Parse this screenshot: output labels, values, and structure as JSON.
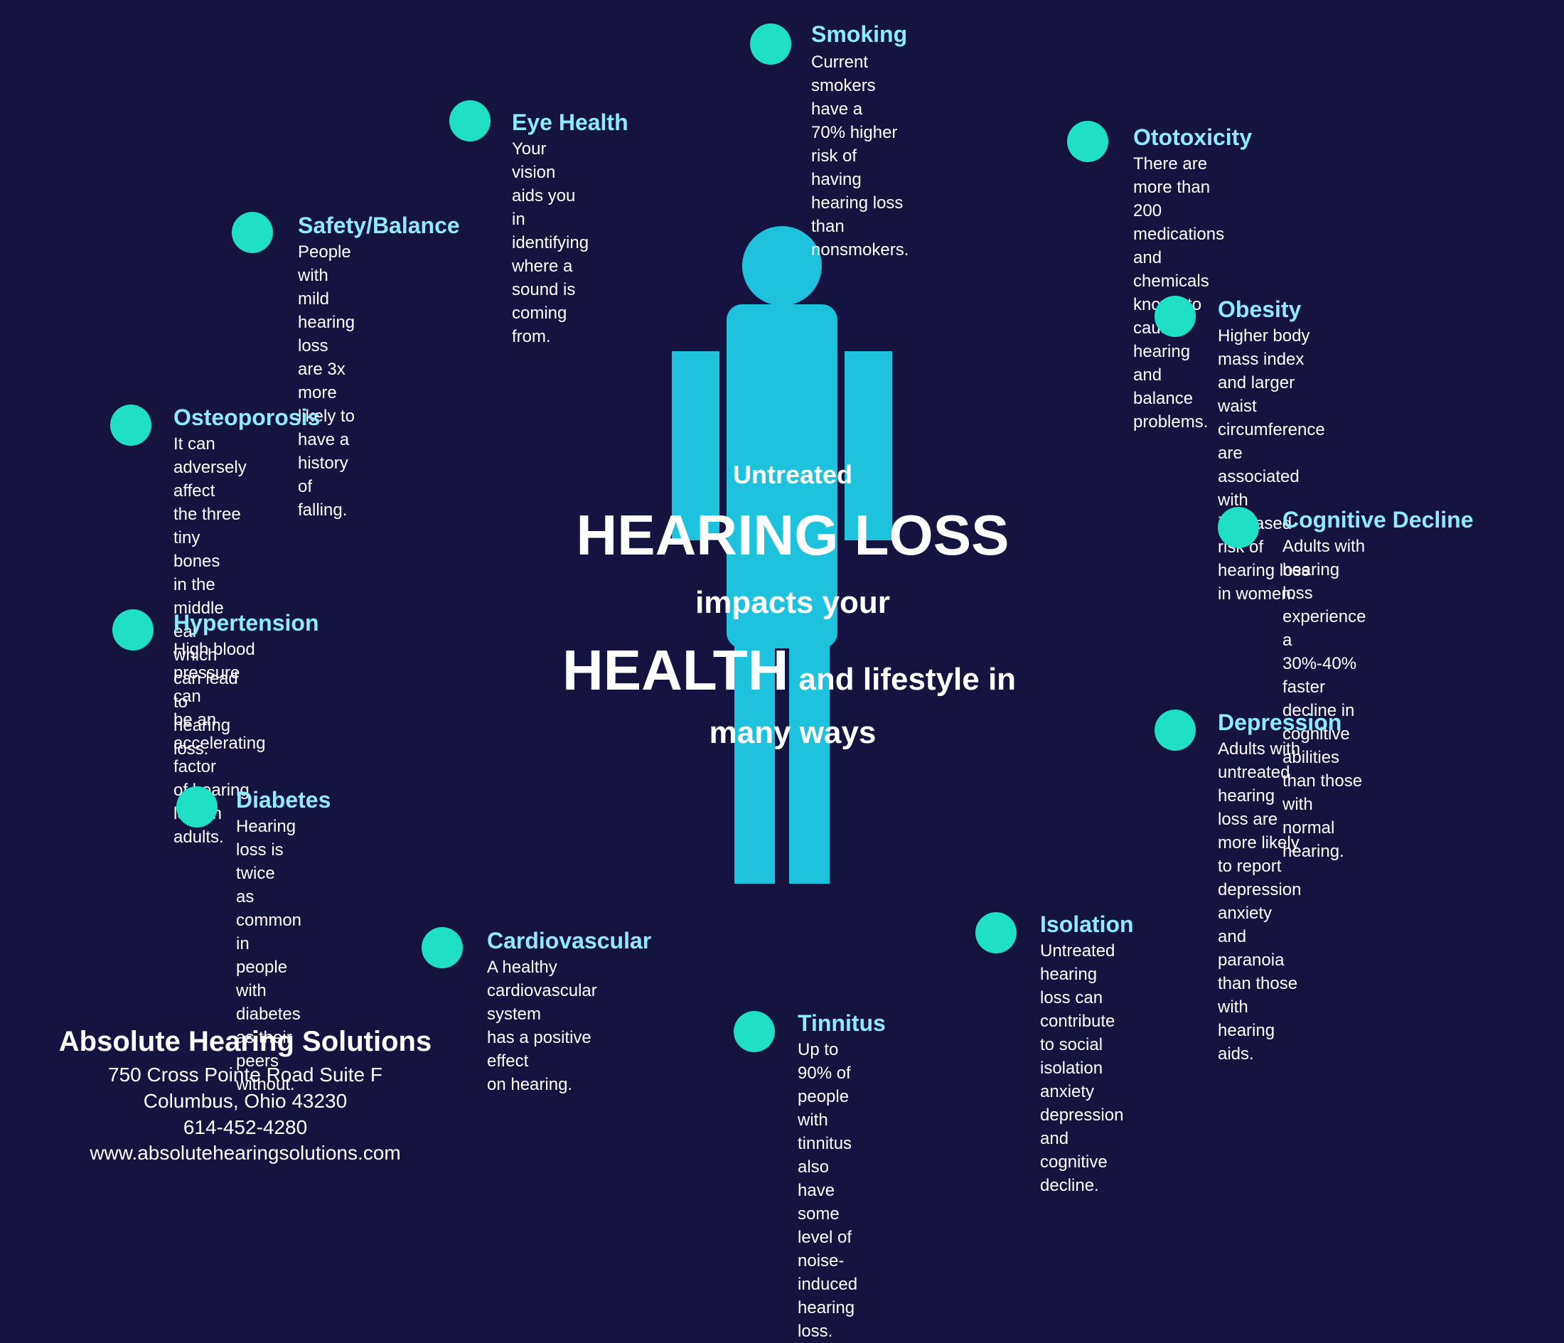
{
  "colors": {
    "background": "#15133f",
    "figure": "#1fc2dd",
    "dot": "#1fe0c6",
    "title": "#8fe9ff",
    "text": "#ffffff"
  },
  "center": {
    "line1": "Untreated",
    "line2": "HEARING LOSS",
    "line3": "impacts your",
    "line4a": "HEALTH",
    "line4b": "and lifestyle in",
    "line5": "many ways"
  },
  "items": [
    {
      "title": "Smoking",
      "desc": "Current smokers have a\n70% higher risk of\nhaving hearing loss than\nnonsmokers."
    },
    {
      "title": "Eye Health",
      "desc": "Your vision aids you\nin identifying where a\nsound is coming from."
    },
    {
      "title": "Ototoxicity",
      "desc": "There are more than\n200 medications and chemicals\nknown to cause hearing\nand balance problems."
    },
    {
      "title": "Safety/Balance",
      "desc": "People with mild hearing\nloss are 3x more\nlikely to have a\nhistory of falling."
    },
    {
      "title": "Obesity",
      "desc": "Higher body mass index\nand larger waist circumference\nare associated with increased\nrisk of hearing loss\nin women."
    },
    {
      "title": "Osteoporosis",
      "desc": "It can adversely affect\nthe three tiny bones\nin the middle ear\nwhich can lead to\nhearing loss."
    },
    {
      "title": "Cognitive Decline",
      "desc": "Adults with hearing loss\nexperience a 30%-40% faster\ndecline in cognitive abilities\nthan those with normal\nhearing."
    },
    {
      "title": "Hypertension",
      "desc": "High blood pressure can\nbe an accelerating factor\nof hearing loss in\nadults."
    },
    {
      "title": "Depression",
      "desc": "Adults with untreated hearing\nloss are more likely\nto report depression anxiety\nand paranoia than those\nwith hearing aids."
    },
    {
      "title": "Diabetes",
      "desc": "Hearing loss is twice\nas common in people\nwith diabetes as their\npeers without."
    },
    {
      "title": "Isolation",
      "desc": "Untreated hearing loss can\ncontribute to social isolation\nanxiety depression and cognitive\ndecline."
    },
    {
      "title": "Cardiovascular",
      "desc": "A healthy\ncardiovascular system\nhas a positive effect\non hearing."
    },
    {
      "title": "Tinnitus",
      "desc": "Up to 90% of\npeople with tinnitus also\nhave some level of\nnoise-induced hearing loss."
    }
  ],
  "footer": {
    "company": "Absolute Hearing Solutions",
    "address1": "750 Cross Pointe Road Suite F",
    "address2": "Columbus, Ohio 43230",
    "phone": "614-452-4280",
    "website": "www.absolutehearingsolutions.com"
  }
}
